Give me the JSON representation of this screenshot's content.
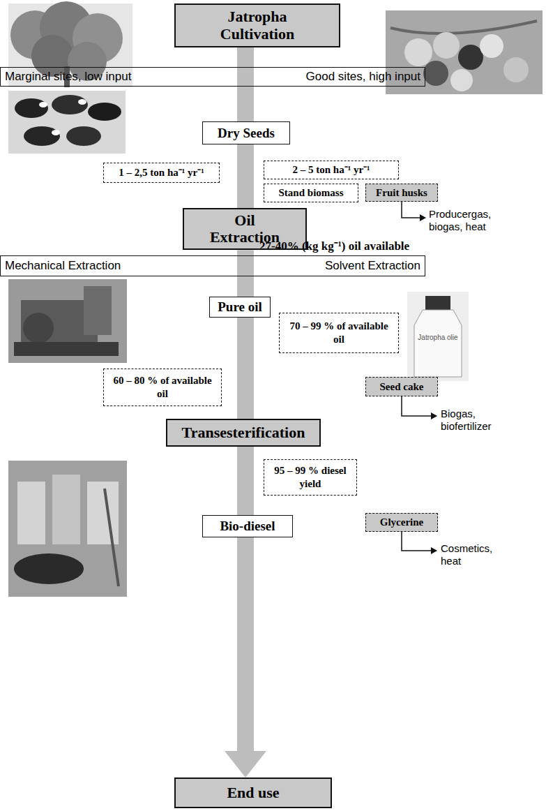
{
  "diagram": {
    "nodes": [
      {
        "text": [
          "Jatropha Cultivation"
        ]
      },
      {
        "text": [
          "Marginal sites, low input",
          "Good sites, high input"
        ]
      },
      {
        "text": [
          "Dry Seeds"
        ]
      },
      {
        "text": [
          "1 – 2,5 ton ha⁻¹ yr⁻¹"
        ]
      },
      {
        "text": [
          "2 – 5 ton ha⁻¹ yr⁻¹"
        ]
      },
      {
        "text": [
          "Stand biomass"
        ]
      },
      {
        "text": [
          "Fruit husks"
        ]
      },
      {
        "text": [
          "Oil Extraction"
        ]
      },
      {
        "text": [
          "Mechanical Extraction",
          "Solvent Extraction"
        ]
      },
      {
        "text": [
          "Pure oil"
        ]
      },
      {
        "text": [
          "70 – 99 % of available oil"
        ]
      },
      {
        "text": [
          "60 – 80 % of available oil"
        ]
      },
      {
        "text": [
          "Seed cake"
        ]
      },
      {
        "text": [
          "Transesterification"
        ]
      },
      {
        "text": [
          "95 – 99 % diesel yield"
        ]
      },
      {
        "text": [
          "Bio-diesel"
        ]
      },
      {
        "text": [
          "Glycerine"
        ]
      },
      {
        "text": [
          "End use"
        ]
      }
    ],
    "edges": [
      {
        "from": 0,
        "to": 2,
        "arrow": "none"
      },
      {
        "from": 2,
        "to": 7,
        "arrow": "none"
      },
      {
        "from": 7,
        "to": 9,
        "arrow": "none"
      },
      {
        "from": 9,
        "to": 13,
        "arrow": "none"
      },
      {
        "from": 13,
        "to": 15,
        "arrow": "none"
      },
      {
        "from": 15,
        "to": 17,
        "arrow": "to"
      }
    ],
    "labels": [
      "Producergas, biogas, heat",
      "27-40% (kg kg⁻¹) oil available",
      "Jatropha olie",
      "Biogas, biofertilizer",
      "Cosmetics, heat"
    ]
  }
}
